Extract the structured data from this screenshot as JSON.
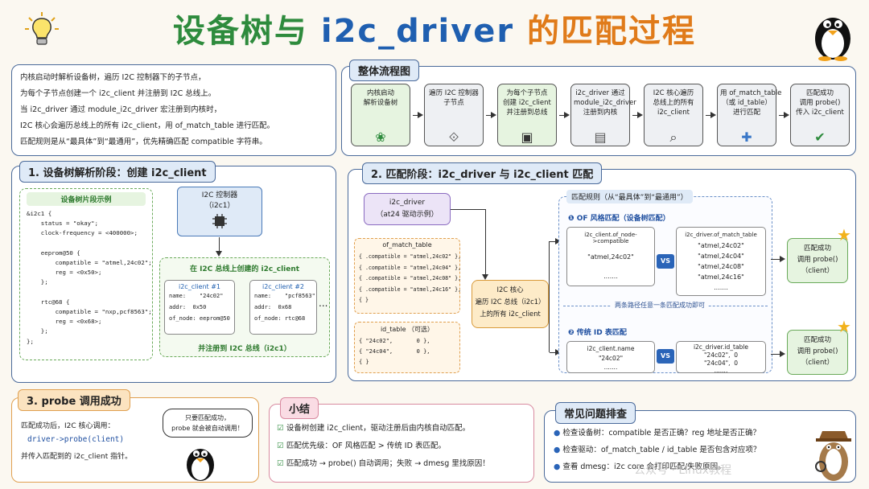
{
  "title": {
    "part1": "设备树与 ",
    "part2": "i2c_driver",
    "part3": " 的匹配过程"
  },
  "intro": [
    "内核启动时解析设备树，遍历 I2C 控制器下的子节点，",
    "为每个子节点创建一个 i2c_client 并注册到 I2C 总线上。",
    "当 i2c_driver 通过 module_i2c_driver 宏注册到内核时，",
    "I2C 核心会遍历总线上的所有 i2c_client，用 of_match_table 进行匹配。",
    "匹配规则是从“最具体”到“最通用”，优先精确匹配 compatible 字符串。"
  ],
  "flow": {
    "header": "整体流程图",
    "steps": [
      "内核启动\n解析设备树",
      "遍历 I2C 控制器\n子节点",
      "为每个子节点\n创建 i2c_client\n并注册到总线",
      "i2c_driver 通过\nmodule_i2c_driver\n注册到内核",
      "I2C 核心遍历\n总线上的所有\ni2c_client",
      "用 of_match_table\n（或 id_table）\n进行匹配",
      "匹配成功\n调用 probe()\n传入 i2c_client"
    ],
    "colors": [
      "#e6f4e0",
      "#eef0f3",
      "#e6f4e0",
      "#eef0f3",
      "#eef0f3",
      "#eef0f3",
      "#eef0f3"
    ]
  },
  "section1": {
    "header": "1. 设备树解析阶段：创建 i2c_client",
    "dts_title": "设备树片段示例",
    "dts_code": "&i2c1 {\n    status = \"okay\";\n    clock-frequency = <400000>;\n\n    eeprom@50 {\n        compatible = \"atmel,24c02\";\n        reg = <0x50>;\n    };\n\n    rtc@68 {\n        compatible = \"nxp,pcf8563\";\n        reg = <0x68>;\n    };\n};",
    "controller": "I2C 控制器\n（i2c1）",
    "bus_title": "在 I2C 总线上创建的 i2c_client",
    "client1_title": "i2c_client #1",
    "client1": "name:    \"24c02\"\naddr:  0x50\nof_node: eeprom@50",
    "client2_title": "i2c_client #2",
    "client2": "name:    \"pcf8563\"\naddr:  0x68\nof_node: rtc@68",
    "ellipsis": "...",
    "bus_footer": "并注册到 I2C 总线（i2c1）"
  },
  "section2": {
    "header": "2. 匹配阶段：i2c_driver 与 i2c_client 匹配",
    "driver": "i2c_driver\n（at24 驱动示例）",
    "of_title": "of_match_table",
    "of_rows": "{ .compatible = \"atmel,24c02\" },\n{ .compatible = \"atmel,24c04\" },\n{ .compatible = \"atmel,24c08\" },\n{ .compatible = \"atmel,24c16\" },\n{ }",
    "id_title": "id_table （可选）",
    "id_rows": "{ \"24c02\",       0 },\n{ \"24c04\",       0 },\n{ }",
    "core": "I2C 核心\n遍历 I2C 总线（i2c1）\n上的所有 i2c_client",
    "rules_title": "匹配规则（从“最具体”到“最通用”）",
    "rule1": "❶ OF 风格匹配（设备树匹配）",
    "rule1_left_title": "i2c_client.of_node->compatible",
    "rule1_left": "\"atmel,24c02\"\n\n.......",
    "rule1_right_title": "i2c_driver.of_match_table",
    "rule1_right": "\"atmel,24c02\"\n\"atmel,24c04\"\n\"atmel,24c08\"\n\"atmel,24c16\"\n.......",
    "either": "两条路径任意一条匹配成功即可",
    "rule2": "❷ 传统 ID 表匹配",
    "rule2_left_title": "i2c_client.name",
    "rule2_left": "\"24c02\"\n.......",
    "rule2_right_title": "i2c_driver.id_table",
    "rule2_right": "\"24c02\",  0\n\"24c04\",  0\n.......",
    "vs": "VS",
    "success": "匹配成功\n调用 probe()\n（client）"
  },
  "section3": {
    "header": "3. probe 调用成功",
    "text1": "匹配成功后，I2C 核心调用：",
    "call": "driver->probe(client)",
    "text2": "并传入匹配到的 i2c_client 指针。",
    "bubble": "只要匹配成功，\nprobe 就会被自动调用！"
  },
  "summary": {
    "header": "小结",
    "items": [
      "设备树创建 i2c_client，驱动注册后由内核自动匹配。",
      "匹配优先级：OF 风格匹配 > 传统 ID 表匹配。",
      "匹配成功 → probe() 自动调用；失败 → dmesg 里找原因！"
    ]
  },
  "faq": {
    "header": "常见问题排查",
    "items": [
      "检查设备树：compatible 是否正确？reg 地址是否正确？",
      "检查驱动：of_match_table / id_table 是否包含对应项？",
      "查看 dmesg：i2c core 会打印匹配/失败原因。"
    ]
  },
  "watermark": "公众号 · Linux教程"
}
